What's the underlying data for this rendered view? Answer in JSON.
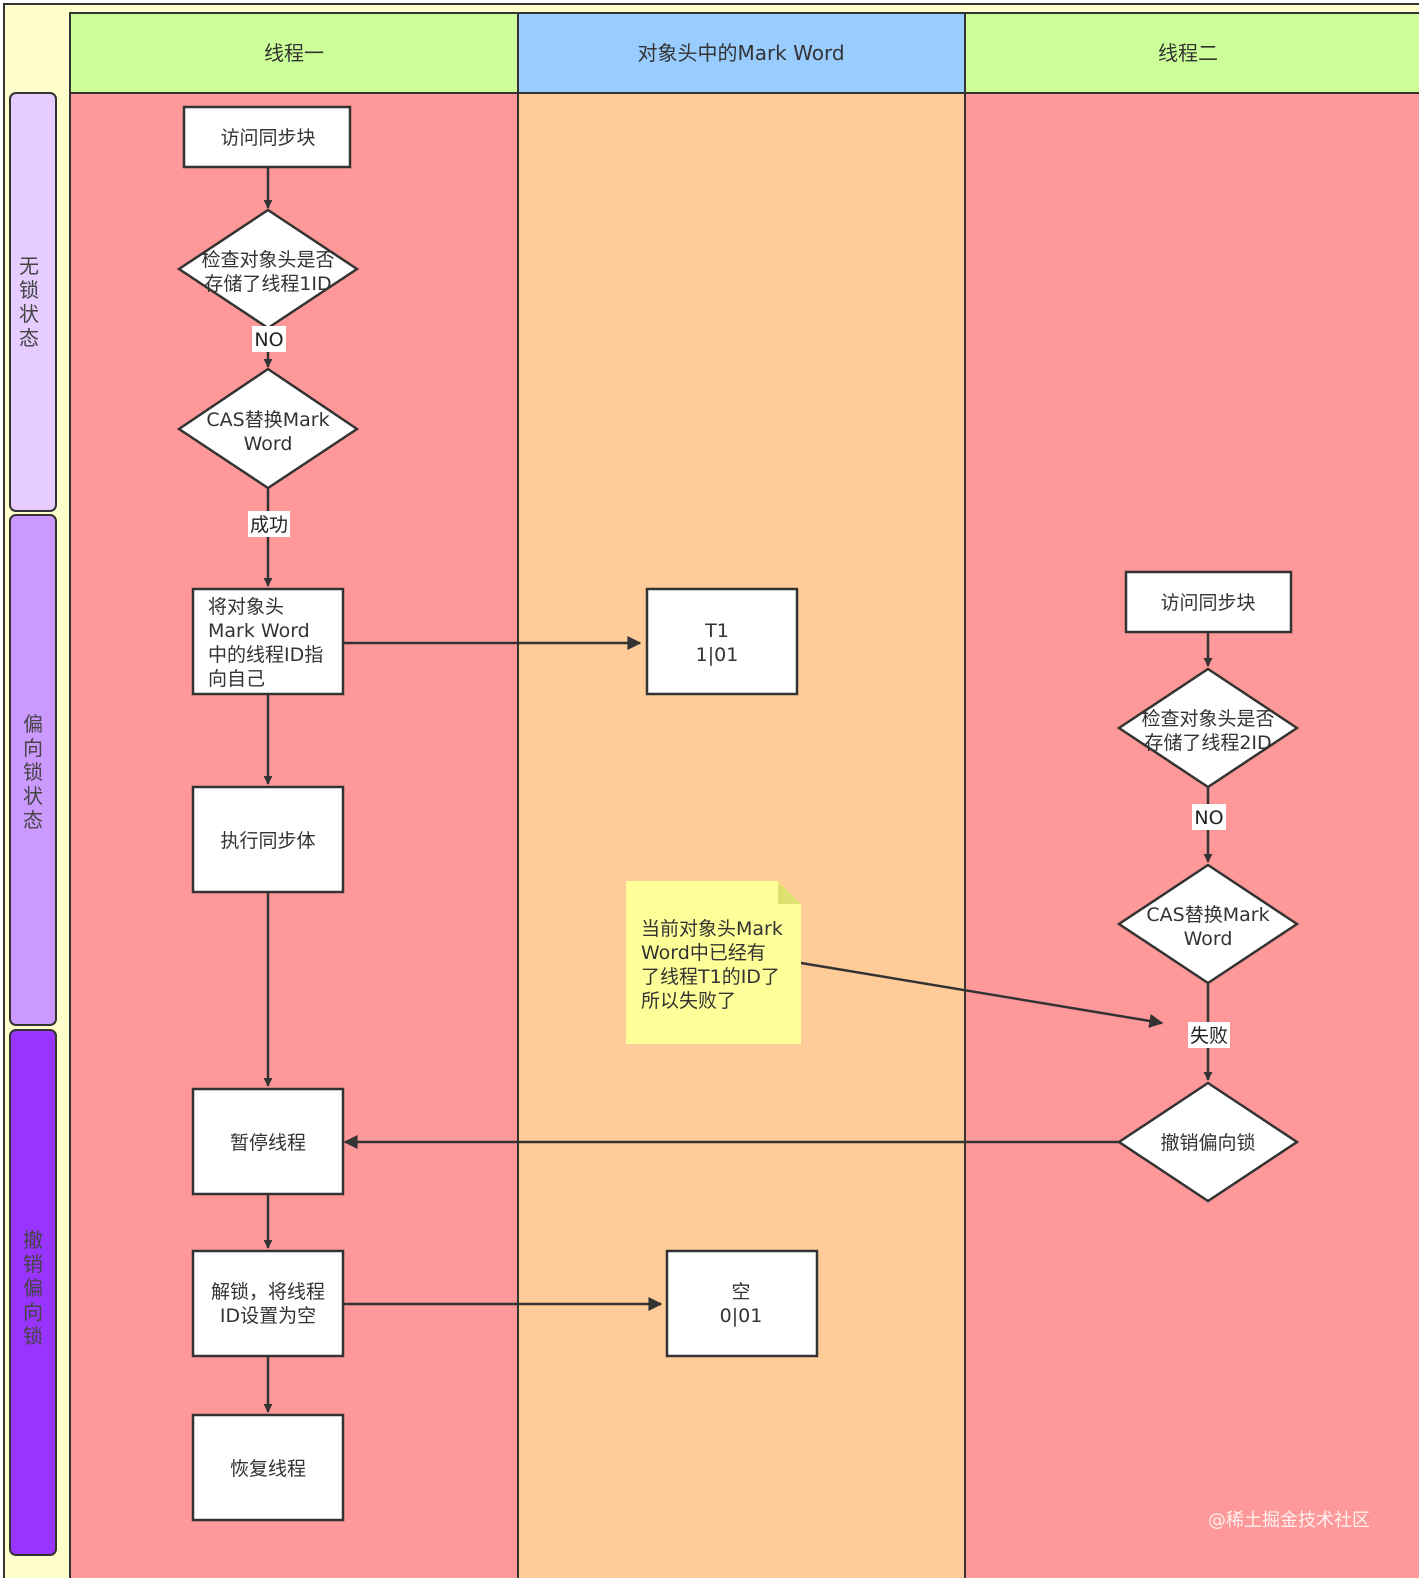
{
  "lanes": {
    "thread1": "线程一",
    "markword": "对象头中的Mark Word",
    "thread2": "线程二"
  },
  "phases": {
    "unlocked": "无锁状态",
    "biased": "偏向锁状态",
    "revoke": "撤销偏向锁"
  },
  "thread1": {
    "access": "访问同步块",
    "check": [
      "检查对象头是否",
      "存储了线程1ID"
    ],
    "no_label": "NO",
    "cas": [
      "CAS替换Mark",
      "Word"
    ],
    "success_label": "成功",
    "point": [
      "将对象头",
      "Mark Word",
      "中的线程ID指",
      "向自己"
    ],
    "execute": "执行同步体",
    "pause": "暂停线程",
    "unlock": [
      "解锁，将线程",
      "ID设置为空"
    ],
    "resume": "恢复线程"
  },
  "markword": {
    "t1": [
      "T1",
      "1|01"
    ],
    "empty": [
      "空",
      "0|01"
    ],
    "note": [
      "当前对象头Mark",
      "Word中已经有",
      "了线程T1的ID了",
      "所以失败了"
    ]
  },
  "thread2": {
    "access": "访问同步块",
    "check": [
      "检查对象头是否",
      "存储了线程2ID"
    ],
    "no_label": "NO",
    "cas": [
      "CAS替换Mark",
      "Word"
    ],
    "fail_label": "失败",
    "revoke": "撤销偏向锁"
  },
  "watermark": "@稀土掘金技术社区",
  "colors": {
    "lane_header_green": "#ccff99",
    "lane_header_blue": "#99ccff",
    "thread_lane": "#ff9999",
    "markword_lane": "#ffcc99",
    "phase_unlocked": "#e6ccff",
    "phase_biased": "#cc99ff",
    "phase_revoke": "#9933ff",
    "note": "#ffff99",
    "outline_bg": "#ffffcc"
  }
}
